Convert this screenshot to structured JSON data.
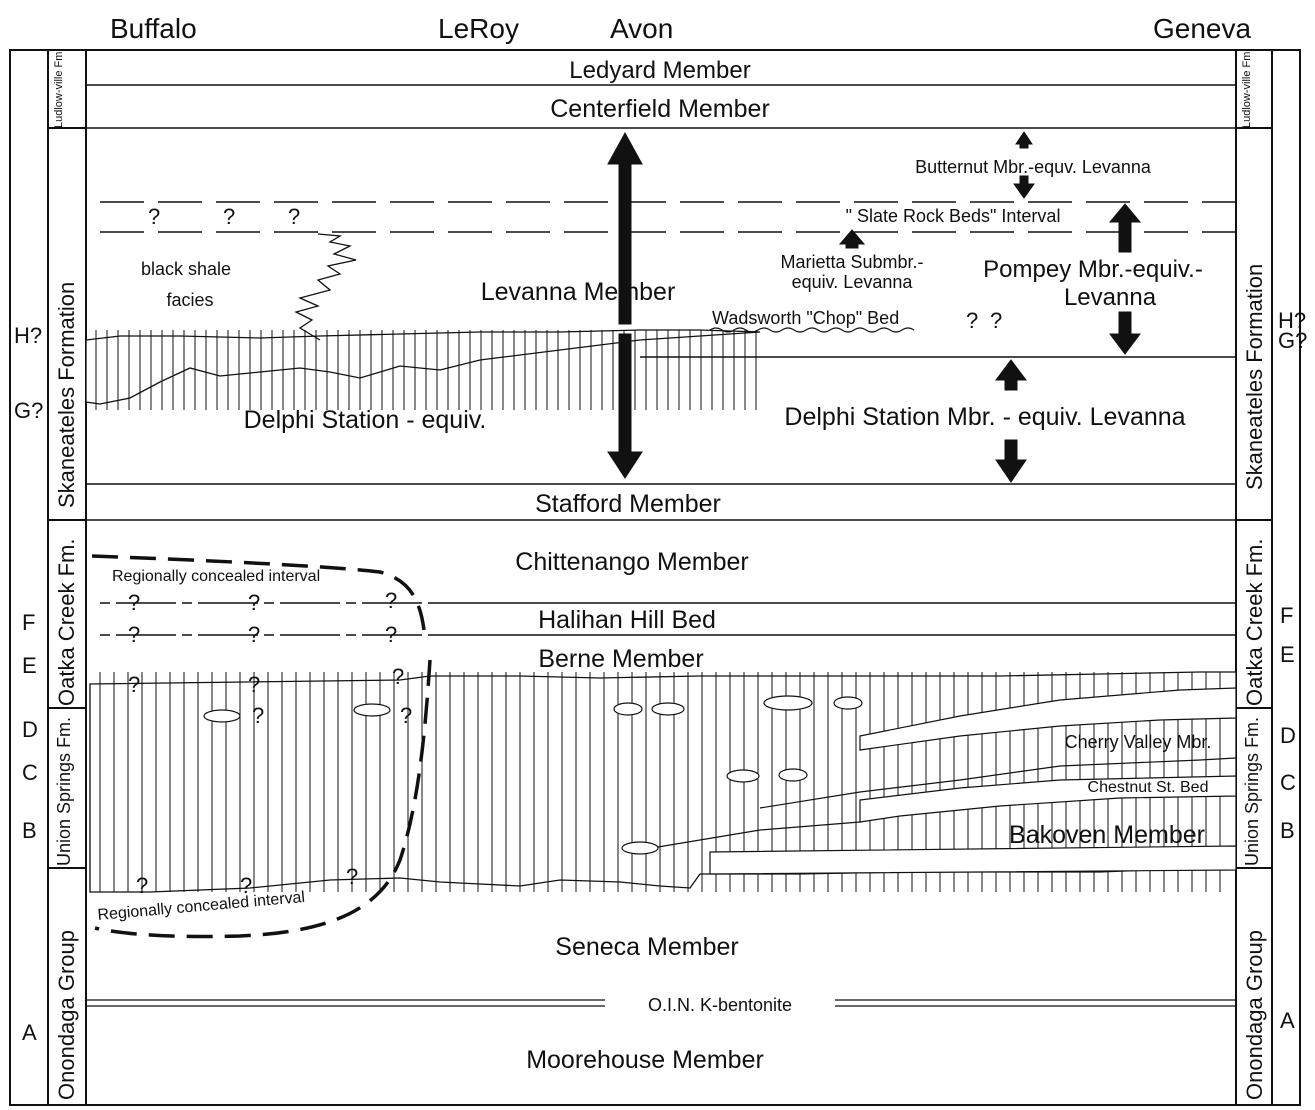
{
  "localities": [
    "Buffalo",
    "LeRoy",
    "Avon",
    "Geneva"
  ],
  "formations_left": {
    "ludlowville": "Ludlow-ville Fm",
    "skaneateles": "Skaneateles Formation",
    "oatka": "Oatka Creek Fm.",
    "union_springs": "Union Springs Fm.",
    "onondaga": "Onondaga Group"
  },
  "formations_right": {
    "ludlowville": "Ludlow-ville Fm",
    "skaneateles": "Skaneateles Formation",
    "oatka": "Oatka Creek Fm.",
    "union_springs": "Union Springs Fm.",
    "onondaga": "Onondaga Group"
  },
  "units_left": [
    "H?",
    "G?",
    "F",
    "E",
    "D",
    "C",
    "B",
    "A"
  ],
  "units_right": [
    "H?",
    "G?",
    "F",
    "E",
    "D",
    "C",
    "B",
    "A"
  ],
  "members": {
    "ledyard": "Ledyard Member",
    "centerfield": "Centerfield Member",
    "levanna": "Levanna Member",
    "delphi_left": "Delphi Station - equiv.",
    "delphi_right": "Delphi Station Mbr. - equiv. Levanna",
    "stafford": "Stafford Member",
    "chittenango": "Chittenango Member",
    "halihan": "Halihan Hill Bed",
    "berne": "Berne Member",
    "cherry_valley": "Cherry Valley Mbr.",
    "chestnut": "Chestnut St. Bed",
    "bakoven": "Bakoven Member",
    "seneca": "Seneca Member",
    "oin": "O.I.N. K-bentonite",
    "moorehouse": "Moorehouse Member"
  },
  "annotations": {
    "butternut": "Butternut Mbr.-equv. Levanna",
    "slate_rock": "\" Slate Rock Beds\" Interval",
    "marietta_1": "Marietta Submbr.-",
    "marietta_2": "equiv. Levanna",
    "pompey_1": "Pompey Mbr.-equiv.-",
    "pompey_2": "Levanna",
    "wadsworth": "Wadsworth \"Chop\" Bed",
    "black_shale_1": "black shale",
    "black_shale_2": "facies",
    "concealed_top": "Regionally concealed interval",
    "concealed_bottom": "Regionally concealed interval",
    "question": "?"
  }
}
